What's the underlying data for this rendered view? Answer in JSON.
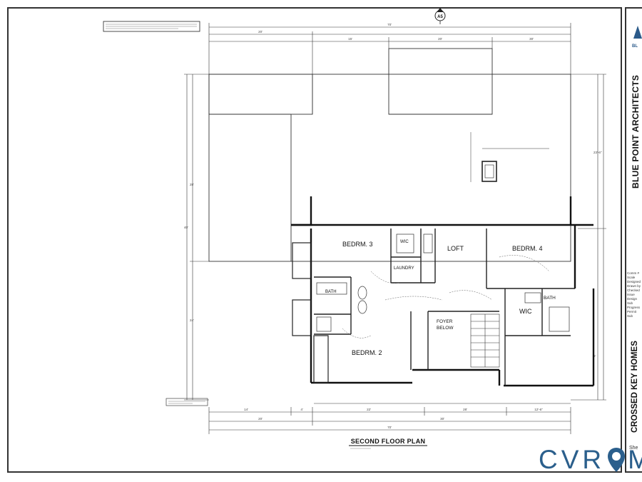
{
  "plan": {
    "title": "SECOND FLOOR PLAN",
    "rooms": {
      "bedroom3": "BEDRM. 3",
      "bedroom4": "BEDRM. 4",
      "bedroom2": "BEDRM. 2",
      "loft": "LOFT",
      "wic_upper": "WIC",
      "wic_right": "WIC",
      "laundry": "LAUNDRY",
      "foyer_below_1": "FOYER",
      "foyer_below_2": "BELOW",
      "bath_left": "BATH",
      "bath_right": "BATH"
    },
    "marker": "A5",
    "dimensions": {
      "overall_top": "70'",
      "overall_bottom": "70'",
      "top_left": "20'",
      "top_right": "30'",
      "top_mid": "15'",
      "top_mid2": "20'",
      "bottom_left": "20'",
      "bottom_right": "30'",
      "bottom_mid1": "22'",
      "bottom_mid2": "28'",
      "bottom_l1": "14'",
      "bottom_l2": "4'",
      "bottom_r1": "12'-6\"",
      "left_overall": "40'",
      "left_a": "28'",
      "left_b": "24'",
      "right_a": "23'-6\"",
      "right_b": "6'"
    }
  },
  "title_block": {
    "firm": "BLUE POINT ARCHITECTS",
    "logo_text": "BL",
    "client": "CROSSED KEY HOMES",
    "sheet_label": "She",
    "meta": [
      "Comm #",
      "Scale",
      "Designed",
      "Drawn by",
      "Checked",
      "Issue",
      "Design Sub",
      "Progress",
      "Permit Sub"
    ]
  },
  "watermark": {
    "letters": "CVR",
    "trailing": "M",
    "color": "#2b5f8c"
  }
}
